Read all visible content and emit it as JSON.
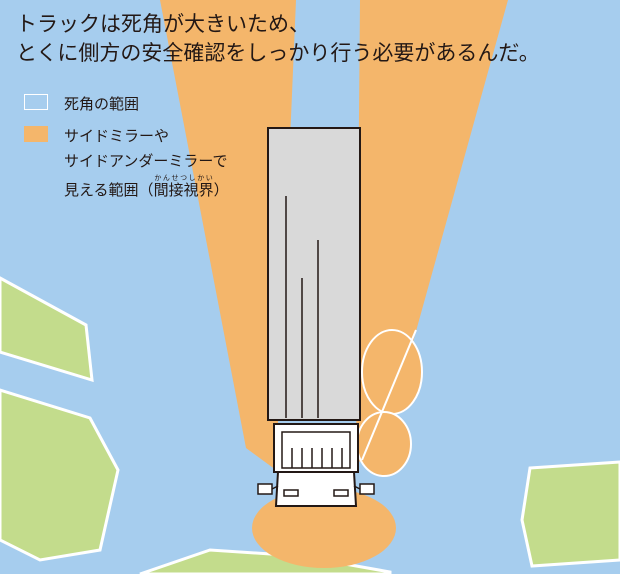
{
  "title": {
    "line1": "トラックは死角が大きいため、",
    "line2": "とくに側方の安全確認をしっかり行う必要があるんだ。"
  },
  "legend": {
    "blind_spot": {
      "label": "死角の範囲",
      "color": "#a6cdee"
    },
    "mirror_view": {
      "line1": "サイドミラーや",
      "line2": "サイドアンダーミラーで",
      "line3_prefix": "見える範囲（",
      "line3_ruby_base": "間接視界",
      "line3_ruby_text": "かんせつしかい",
      "line3_suffix": "）",
      "color": "#f4b66b"
    }
  },
  "colors": {
    "sky_blind": "#a6cdee",
    "mirror_view": "#f4b66b",
    "grass": "#c3dc8c",
    "truck_body": "#d9d9d9",
    "outline": "#231815"
  }
}
